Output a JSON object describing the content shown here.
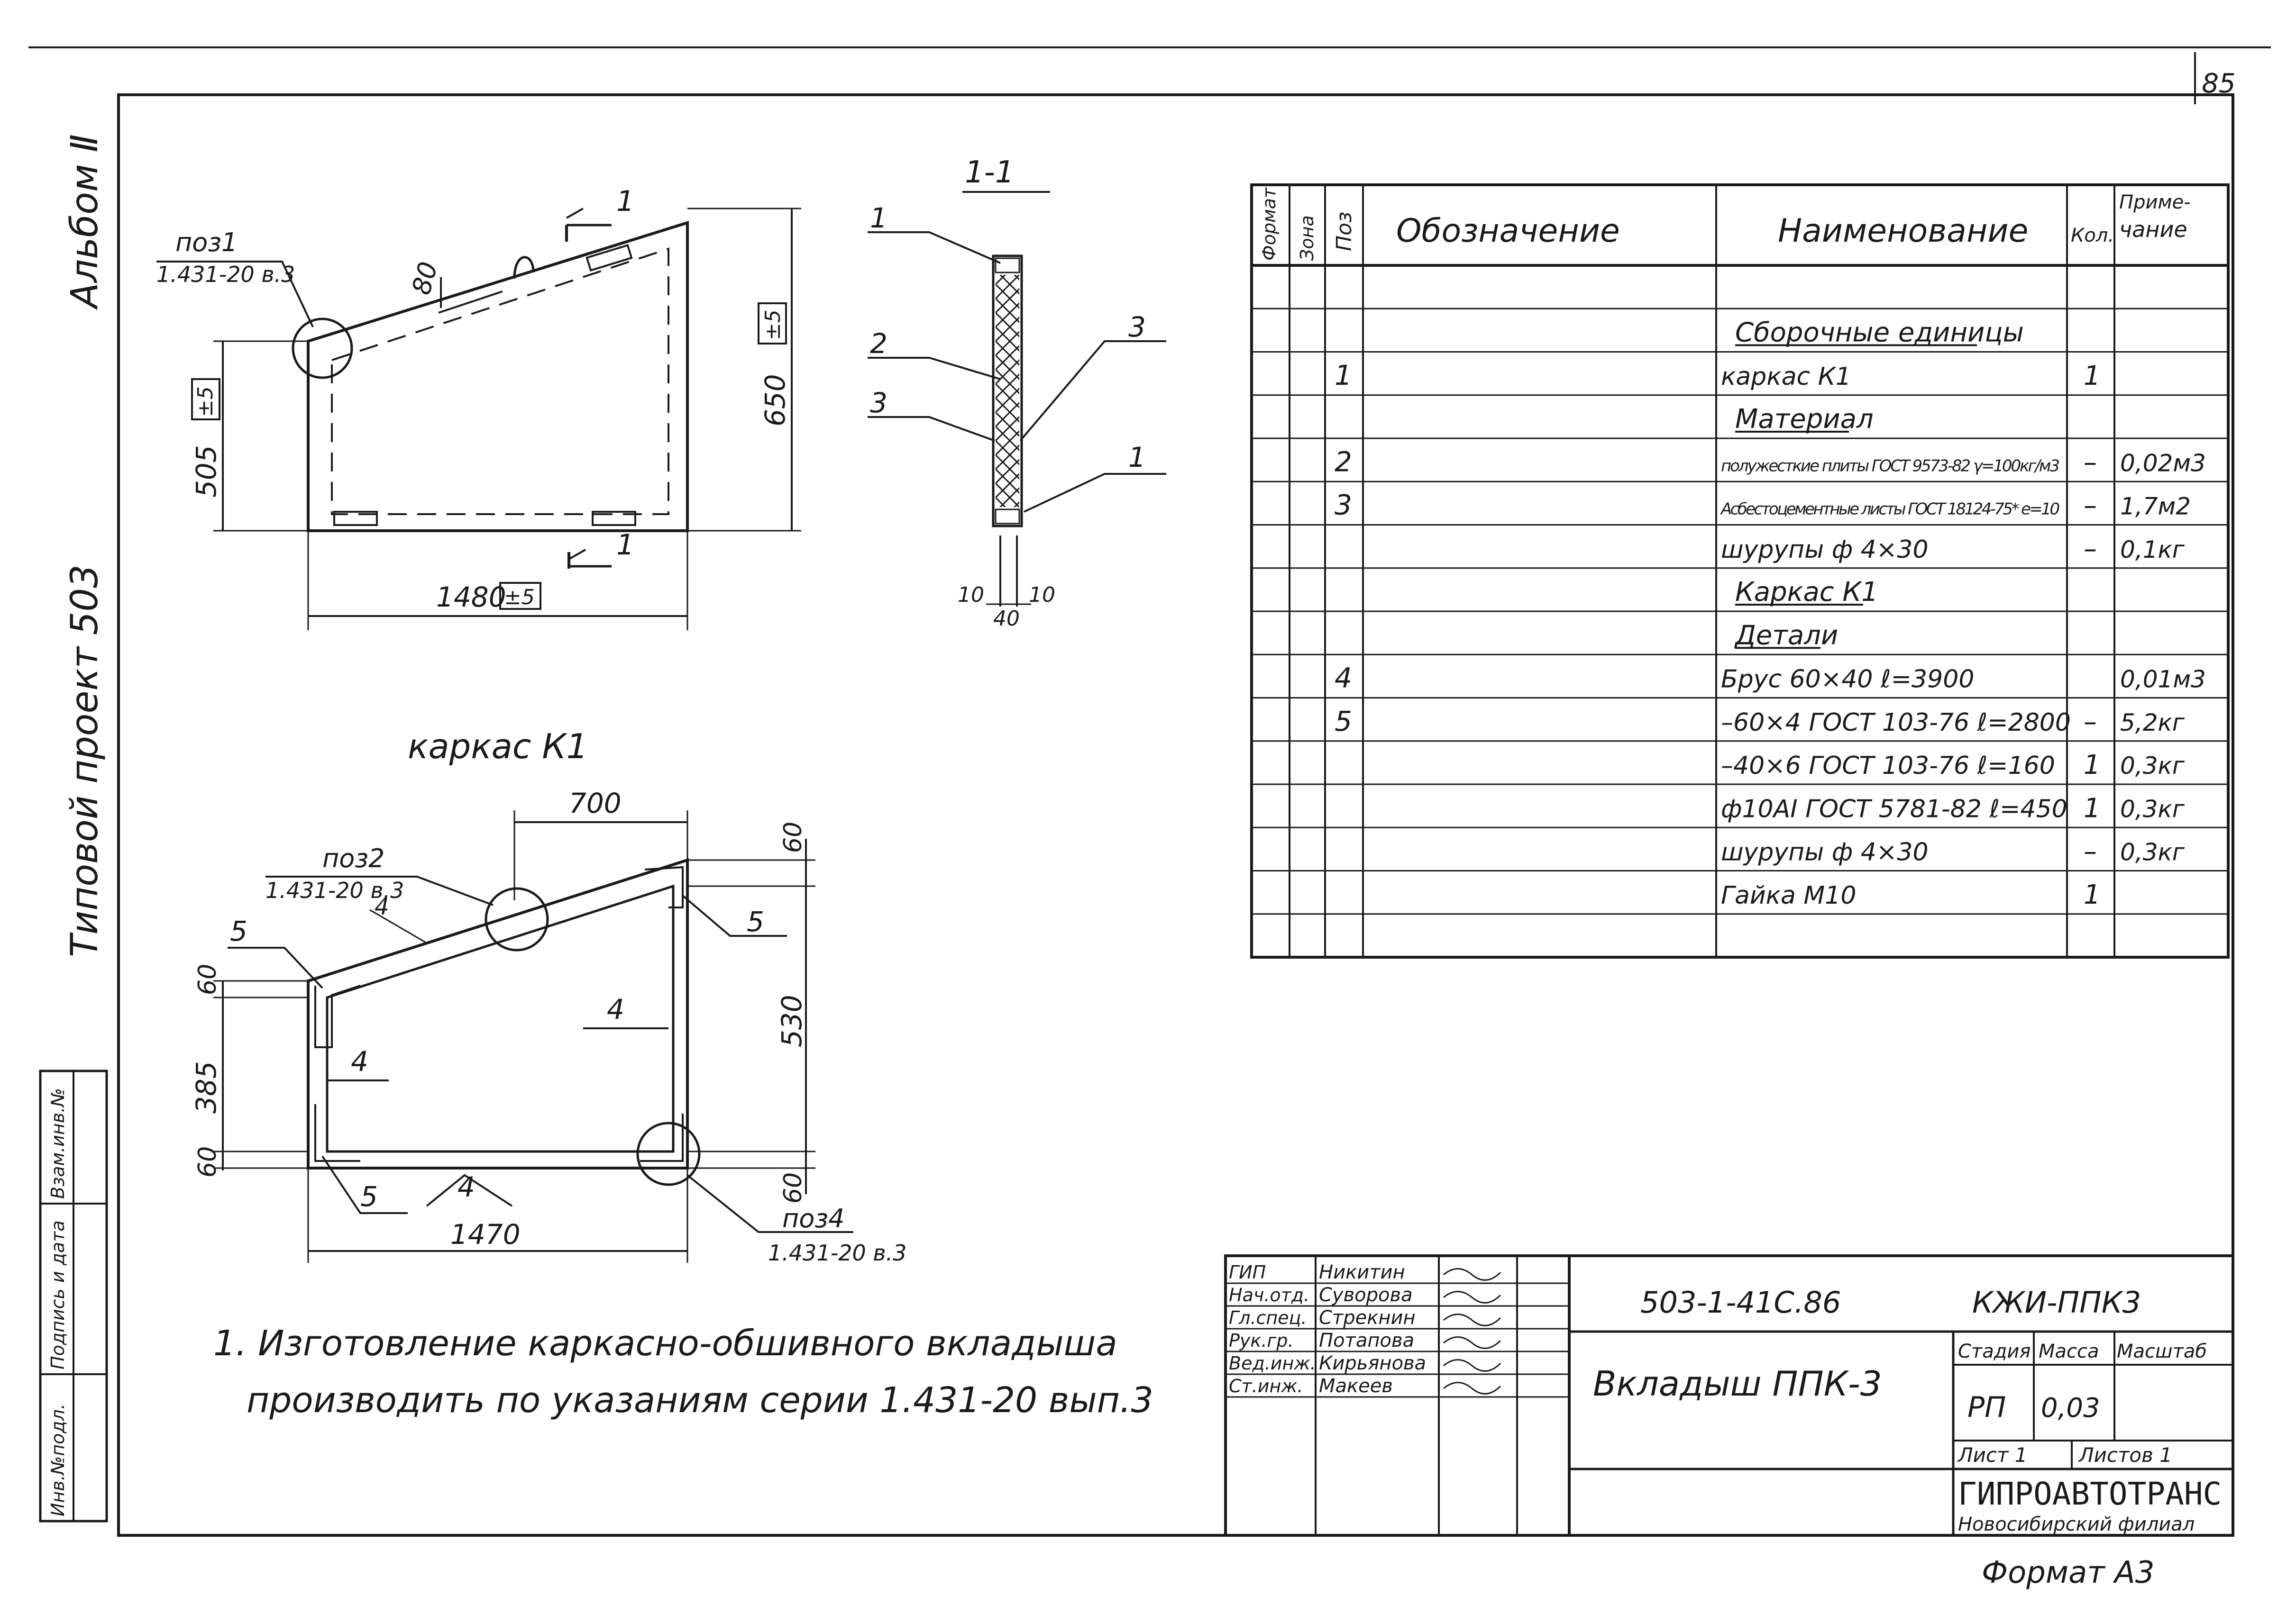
{
  "sheet": {
    "page_number": "85",
    "album": "Альбом Ⅱ",
    "project": "Типовой проект 503",
    "format": "Формат А3"
  },
  "views": {
    "section_label": "1-1",
    "section_cut": "1",
    "frame_title": "каркас К1",
    "top_view": {
      "pos1_ref": "поз1",
      "pos1_series": "1.431-20 в.3",
      "dim_80": "80",
      "dim_505": "505",
      "tol": "±5",
      "dim_650": "650",
      "dim_1480": "1480"
    },
    "section": {
      "callout_1a": "1",
      "callout_2": "2",
      "callout_3a": "3",
      "callout_3b": "3",
      "callout_1b": "1",
      "dim_left": "10",
      "dim_right": "10",
      "dim_total": "40"
    },
    "frame": {
      "dim_700": "700",
      "dim_60_top": "60",
      "pos2_ref": "поз2",
      "pos2_series": "1.431-20 в.3",
      "label_4_top": "4",
      "label_5_left": "5",
      "label_5_right": "5",
      "dim_60_l1": "60",
      "dim_385": "385",
      "dim_60_l2": "60",
      "label_4_left": "4",
      "label_4_mid": "4",
      "dim_530": "530",
      "dim_60_br": "60",
      "label_5_bottom": "5",
      "label_4_bottom": "4",
      "dim_1470": "1470",
      "pos4_ref": "поз4",
      "pos4_series": "1.431-20 в.3"
    }
  },
  "note": {
    "line1": "1. Изготовление каркасно-обшивного вкладыша",
    "line2": "производить по указаниям серии 1.431-20 вып.3"
  },
  "spec_table": {
    "headers": {
      "format": "Формат",
      "zone": "Зона",
      "pos": "Поз",
      "designation": "Обозначение",
      "name": "Наименование",
      "qty": "Кол.",
      "note": "Приме-\nчание"
    },
    "rows": [
      {
        "pos": "",
        "name": "",
        "qty": "",
        "note": "",
        "kind": "blank"
      },
      {
        "pos": "",
        "name": "Сборочные единицы",
        "qty": "",
        "note": "",
        "kind": "heading"
      },
      {
        "pos": "1",
        "name": "каркас К1",
        "qty": "1",
        "note": "",
        "kind": "item"
      },
      {
        "pos": "",
        "name": "Материал",
        "qty": "",
        "note": "",
        "kind": "heading"
      },
      {
        "pos": "2",
        "name": "полужесткие плиты ГОСТ 9573-82 γ=100кг/м3",
        "qty": "–",
        "note": "0,02м3",
        "kind": "small"
      },
      {
        "pos": "3",
        "name": "Асбестоцементные листы ГОСТ 18124-75* е=10",
        "qty": "–",
        "note": "1,7м2",
        "kind": "small"
      },
      {
        "pos": "",
        "name": "шурупы ф 4×30",
        "qty": "–",
        "note": "0,1кг",
        "kind": "item"
      },
      {
        "pos": "",
        "name": "Каркас К1",
        "qty": "",
        "note": "",
        "kind": "heading"
      },
      {
        "pos": "",
        "name": "Детали",
        "qty": "",
        "note": "",
        "kind": "heading"
      },
      {
        "pos": "4",
        "name": "Брус 60×40 ℓ=3900",
        "qty": "",
        "note": "0,01м3",
        "kind": "item"
      },
      {
        "pos": "5",
        "name": "–60×4 ГОСТ 103-76 ℓ=2800",
        "qty": "–",
        "note": "5,2кг",
        "kind": "item"
      },
      {
        "pos": "",
        "name": "–40×6 ГОСТ 103-76 ℓ=160",
        "qty": "1",
        "note": "0,3кг",
        "kind": "item"
      },
      {
        "pos": "",
        "name": "ф10АI ГОСТ 5781-82 ℓ=450",
        "qty": "1",
        "note": "0,3кг",
        "kind": "item"
      },
      {
        "pos": "",
        "name": "шурупы ф 4×30",
        "qty": "–",
        "note": "0,3кг",
        "kind": "item"
      },
      {
        "pos": "",
        "name": "Гайка М10",
        "qty": "1",
        "note": "",
        "kind": "item"
      },
      {
        "pos": "",
        "name": "",
        "qty": "",
        "note": "",
        "kind": "blank"
      }
    ]
  },
  "title_block": {
    "people": [
      {
        "role": "ГИП",
        "name": "Никитин"
      },
      {
        "role": "Нач.отд.",
        "name": "Суворова"
      },
      {
        "role": "Гл.спец.",
        "name": "Стрекнин"
      },
      {
        "role": "Рук.гр.",
        "name": "Потапова"
      },
      {
        "role": "Вед.инж.",
        "name": "Кирьянова"
      },
      {
        "role": "Ст.инж.",
        "name": "Макеев"
      }
    ],
    "code": "503-1-41С.86",
    "code2": "КЖИ-ППК3",
    "item_name": "Вкладыш ППК-3",
    "stage_label": "Стадия",
    "mass_label": "Масса",
    "scale_label": "Масштаб",
    "stage": "РП",
    "mass": "0,03",
    "sheet_label": "Лист 1",
    "sheets_label": "Листов 1",
    "org": "ГИПРОАВТОТРАНС",
    "org_branch": "Новосибирский филиал"
  },
  "left_strip": {
    "labels": [
      "Инв.№подл.",
      "Подпись и дата",
      "Взам.инв.№"
    ]
  }
}
